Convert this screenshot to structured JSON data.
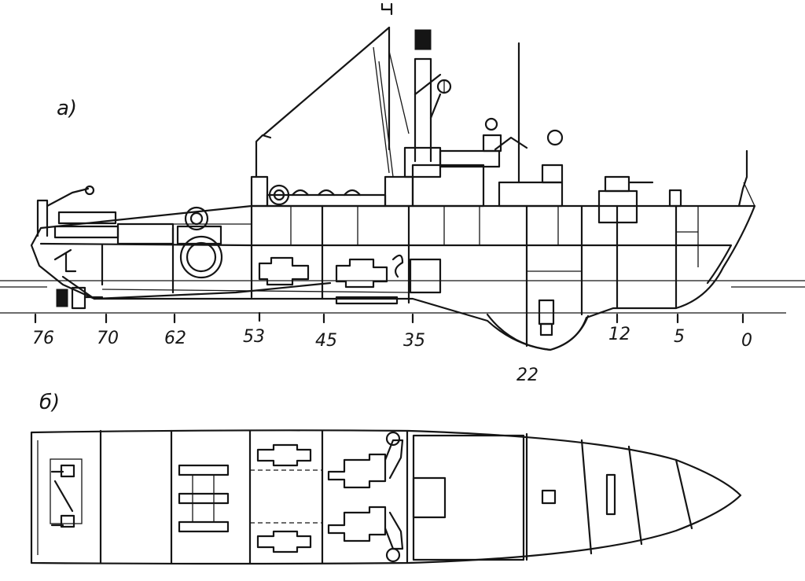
{
  "figure": {
    "view_a_label": "a)",
    "view_b_label": "б)",
    "frame_marks": [
      "76",
      "70",
      "62",
      "53",
      "45",
      "35",
      "22",
      "12",
      "5",
      "0"
    ]
  }
}
